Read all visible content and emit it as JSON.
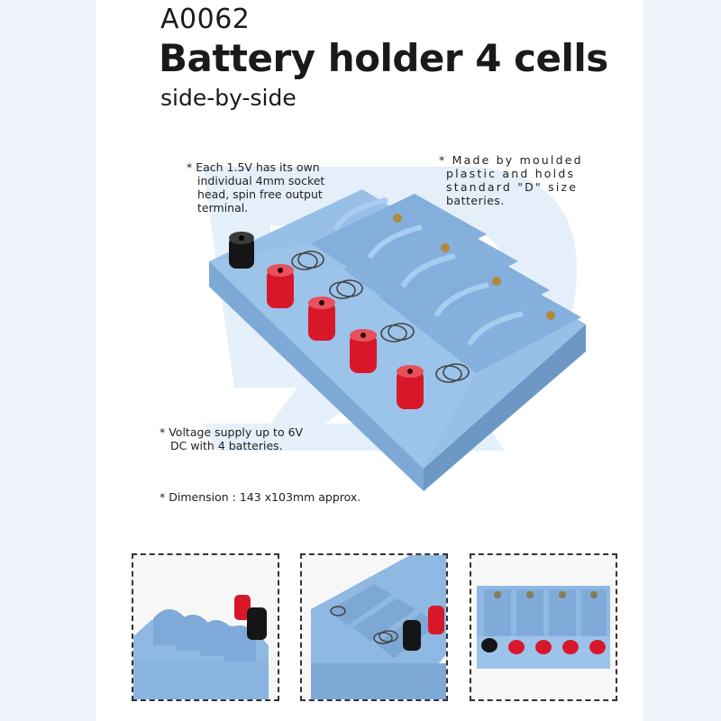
{
  "product": {
    "code": "A0062",
    "title": "Battery holder 4 cells",
    "subtitle": "side-by-side"
  },
  "notes": {
    "socket": [
      "* Each 1.5V has its own",
      "individual 4mm socket",
      "head, spin free output",
      "terminal."
    ],
    "material": [
      "* Made by moulded",
      "plastic and holds",
      "standard \"D\" size",
      "batteries."
    ],
    "voltage": [
      "* Voltage supply up to 6V",
      "DC with 4 batteries."
    ],
    "dimension": "* Dimension : 143 x103mm approx."
  },
  "colors": {
    "holder_blue": "#8fb8e2",
    "holder_dark": "#6f9ccb",
    "terminal_red": "#d8182a",
    "terminal_black": "#151515",
    "watermark": "#dbe9f7"
  },
  "icons": {
    "main": "battery-holder-photo",
    "thumb1": "battery-holder-side-view",
    "thumb2": "battery-holder-angle-view",
    "thumb3": "battery-holder-top-view"
  }
}
